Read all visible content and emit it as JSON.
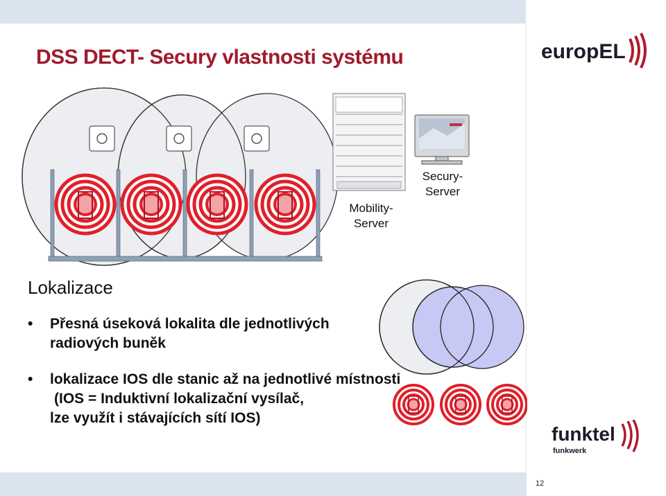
{
  "slide": {
    "title": "DSS DECT- Secury vlastnosti systému",
    "page_number": "12"
  },
  "diagram": {
    "mobility_server_label_line1": "Mobility-",
    "mobility_server_label_line2": "Server",
    "secury_server_label_line1": "Secury-",
    "secury_server_label_line2": "Server"
  },
  "content": {
    "heading": "Lokalizace",
    "bullet1_line1": "Přesná úseková lokalita dle jednotlivých",
    "bullet1_line2": "radiových buněk",
    "bullet2_line1": "lokalizace IOS dle stanic až na jednotlivé místnosti",
    "bullet2_line2": "(IOS = Induktivní lokalizační vysílač,",
    "bullet2_line3": "lze využít i stávajících sítí IOS)"
  },
  "logos": {
    "europel": "europEL",
    "funktel": "funktel",
    "funktel_sub": "funkwerk"
  },
  "colors": {
    "title": "#a01a2c",
    "band": "#d9e4ef",
    "ring_red": "#e0202a",
    "cell_fill": "#e8e8ec",
    "overlap_fill": "#c8c8f4"
  }
}
